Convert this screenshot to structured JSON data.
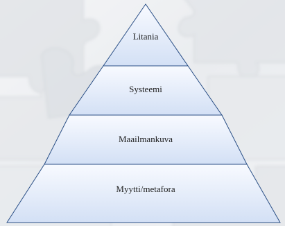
{
  "pyramid": {
    "tiers": [
      {
        "label": "Litania"
      },
      {
        "label": "Systeemi"
      },
      {
        "label": "Maailmankuva"
      },
      {
        "label": "Myytti/metafora"
      }
    ]
  },
  "colors": {
    "fill_top": "#f8faff",
    "fill_bottom": "#d3e0f5",
    "stroke": "#2a4f86",
    "background": "#e9ebee"
  }
}
